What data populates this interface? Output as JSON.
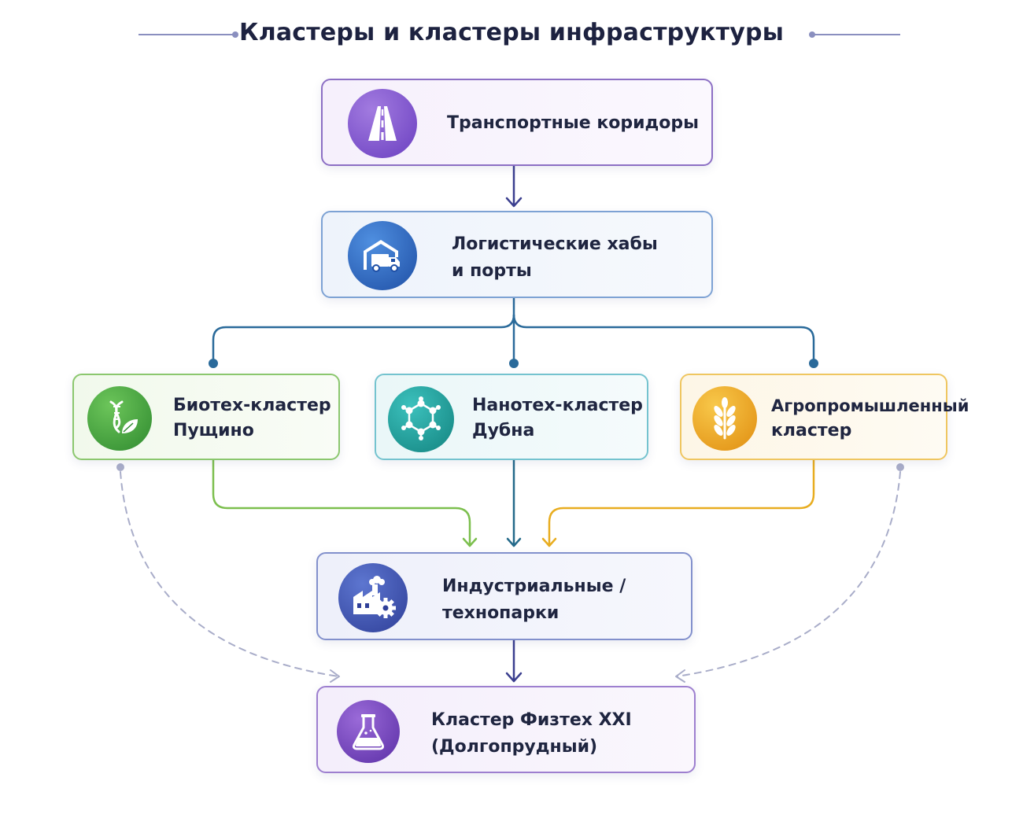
{
  "title": "Кластеры и кластеры инфраструктуры",
  "nodes": {
    "transport": {
      "label": "Транспортные коридоры",
      "icon": "road-icon",
      "color": "#7b4fc9"
    },
    "logistics": {
      "label_line1": "Логистические хабы",
      "label_line2": "и порты",
      "icon": "warehouse-truck-icon",
      "color": "#2f63b5"
    },
    "bio": {
      "label_line1": "Биотех-кластер",
      "label_line2": "Пущино",
      "icon": "dna-leaf-icon",
      "color": "#3e9b3a"
    },
    "nano": {
      "label_line1": "Нанотех-кластер",
      "label_line2": "Дубна",
      "icon": "molecule-icon",
      "color": "#1a9c9a"
    },
    "agro": {
      "label_line1": "Агропромышленный",
      "label_line2": "кластер",
      "icon": "wheat-icon",
      "color": "#e8a21c"
    },
    "industrial": {
      "label_line1": "Индустриальные /",
      "label_line2": "технопарки",
      "icon": "factory-gear-icon",
      "color": "#3a4fa8"
    },
    "phystech": {
      "label_line1": "Кластер Физтех XXI",
      "label_line2": "(Долгопрудный)",
      "icon": "flask-icon",
      "color": "#6a3fb0"
    }
  },
  "connectors": {
    "main_color": "#3b3f8f",
    "branch_color": "#2a6a9a",
    "bio_color": "#7cbf4e",
    "nano_color": "#246a8a",
    "agro_color": "#e8ad20",
    "dashed_color": "#a9adc9"
  }
}
